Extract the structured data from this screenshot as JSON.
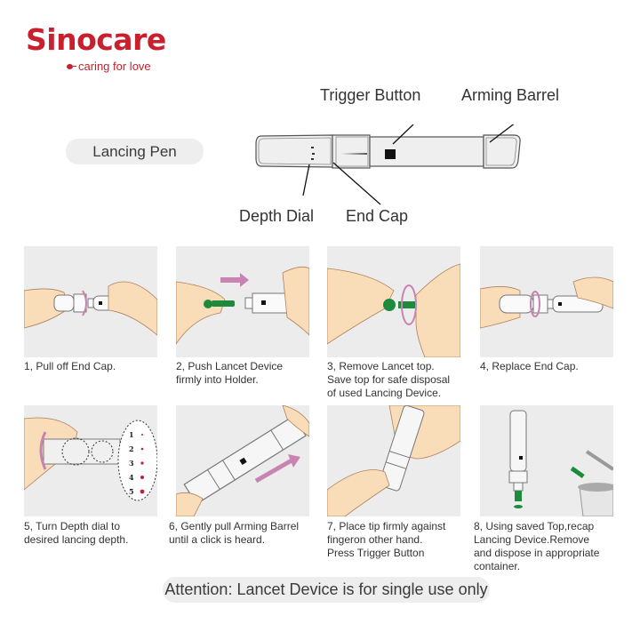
{
  "brand": {
    "name": "Sinocare",
    "tagline": "caring for love",
    "color": "#c8202e"
  },
  "diagram": {
    "title": "Lancing Pen",
    "labels": {
      "trigger_button": "Trigger Button",
      "arming_barrel": "Arming Barrel",
      "depth_dial": "Depth Dial",
      "end_cap": "End Cap"
    }
  },
  "steps": [
    {
      "number": "1",
      "caption": "1, Pull off End Cap."
    },
    {
      "number": "2",
      "caption": "2, Push Lancet Device\nfirmly into Holder."
    },
    {
      "number": "3",
      "caption": "3, Remove Lancet top.\nSave top for safe disposal\nof used Lancing Device."
    },
    {
      "number": "4",
      "caption": "4, Replace End Cap."
    },
    {
      "number": "5",
      "caption": "5, Turn Depth dial to\ndesired lancing depth."
    },
    {
      "number": "6",
      "caption": "6, Gently pull Arming Barrel\nuntil a click is heard."
    },
    {
      "number": "7",
      "caption": "7, Place tip firmly against\nfingeron other hand.\nPress Trigger Button"
    },
    {
      "number": "8",
      "caption": "8, Using saved Top,recap\nLancing Device.Remove\nand dispose in appropriate\ncontainer."
    }
  ],
  "depth_levels": [
    "1",
    "2",
    "3",
    "4",
    "5"
  ],
  "attention": "Attention: Lancet Device is for single use only",
  "colors": {
    "panel_bg": "#ececec",
    "skin": "#f9dcb8",
    "lancet_green": "#1e8a3c",
    "arrow_pink": "#c784b3",
    "pill_bg": "#eeeeee"
  }
}
